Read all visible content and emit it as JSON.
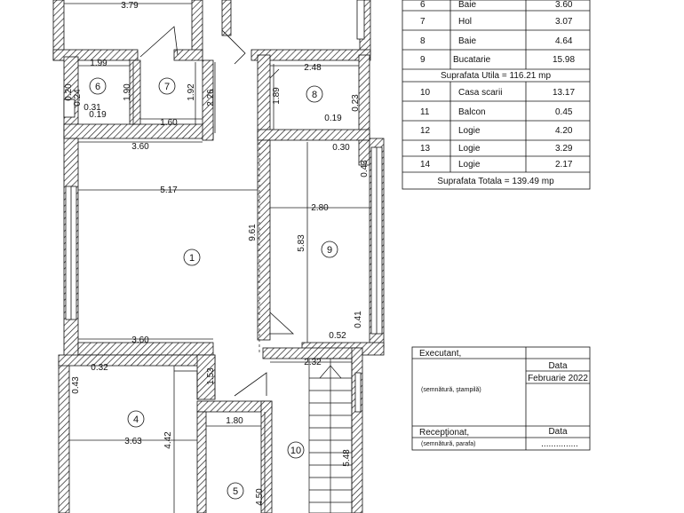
{
  "rooms_table": {
    "rows": [
      {
        "nr": "6",
        "name": "Baie",
        "area": "3.60"
      },
      {
        "nr": "7",
        "name": "Hol",
        "area": "3.07"
      },
      {
        "nr": "8",
        "name": "Baie",
        "area": "4.64"
      },
      {
        "nr": "9",
        "name": "Bucatarie",
        "area": "15.98"
      }
    ],
    "useful_total": "Suprafata Utila =  116.21 mp",
    "extra_rows": [
      {
        "nr": "10",
        "name": "Casa scarii",
        "area": "13.17"
      },
      {
        "nr": "11",
        "name": "Balcon",
        "area": "0.45"
      },
      {
        "nr": "12",
        "name": "Logie",
        "area": "4.20"
      },
      {
        "nr": "13",
        "name": "Logie",
        "area": "3.29"
      },
      {
        "nr": "14",
        "name": "Logie",
        "area": "2.17"
      }
    ],
    "grand_total": "Suprafata Totala = 139.49 mp"
  },
  "title_block": {
    "executant": "Executant,",
    "data_label": "Data",
    "date_value": "Februarie 2022",
    "sign_stamp": "(semnătură, ştampilă)",
    "receptionat": "Recepţionat,",
    "data_label2": "Data",
    "sign_parafa": "(semnătură, parafa)",
    "dots": "..............."
  },
  "plan": {
    "room_labels": [
      "1",
      "4",
      "5",
      "6",
      "7",
      "8",
      "9",
      "10"
    ],
    "dimensions": {
      "d379": "3.79",
      "d199": "1.99",
      "d248": "2.48",
      "d020": "0.20",
      "d024": "0.24",
      "d031": "0.31",
      "d019a": "0.19",
      "d190": "1.90",
      "d192": "1.92",
      "d226": "2.26",
      "d160": "1.60",
      "d189": "1.89",
      "d023": "0.23",
      "d019b": "0.19",
      "d360a": "3.60",
      "d030": "0.30",
      "d043a": "0.43",
      "d517": "5.17",
      "d961": "9.61",
      "d280": "2.80",
      "d583": "5.83",
      "d041": "0.41",
      "d052": "0.52",
      "d360b": "3.60",
      "d032": "0.32",
      "d232": "2.32",
      "d043b": "0.43",
      "d153": "1.53",
      "d180": "1.80",
      "d363": "3.63",
      "d442": "4.42",
      "d548": "5.48",
      "d450": "4.50"
    }
  }
}
